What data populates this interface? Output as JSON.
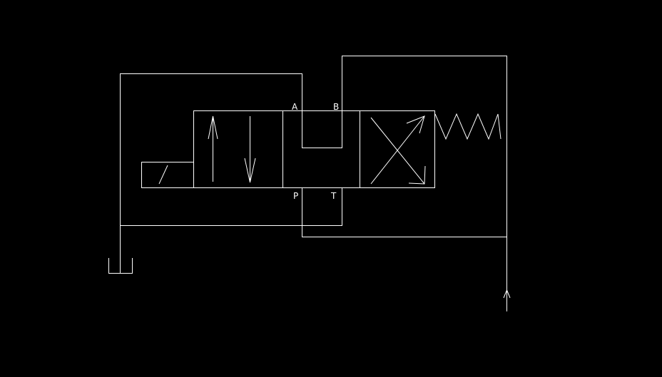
{
  "diagram": {
    "background_color": "#000000",
    "line_color": "#ffffff",
    "ports": {
      "a": "A",
      "b": "B",
      "p": "P",
      "t": "T"
    },
    "valve_positions": 3,
    "actuator_left": "solenoid",
    "actuator_right": "spring",
    "symbols": [
      "tank-icon",
      "pressure-source-arrow-icon"
    ]
  }
}
